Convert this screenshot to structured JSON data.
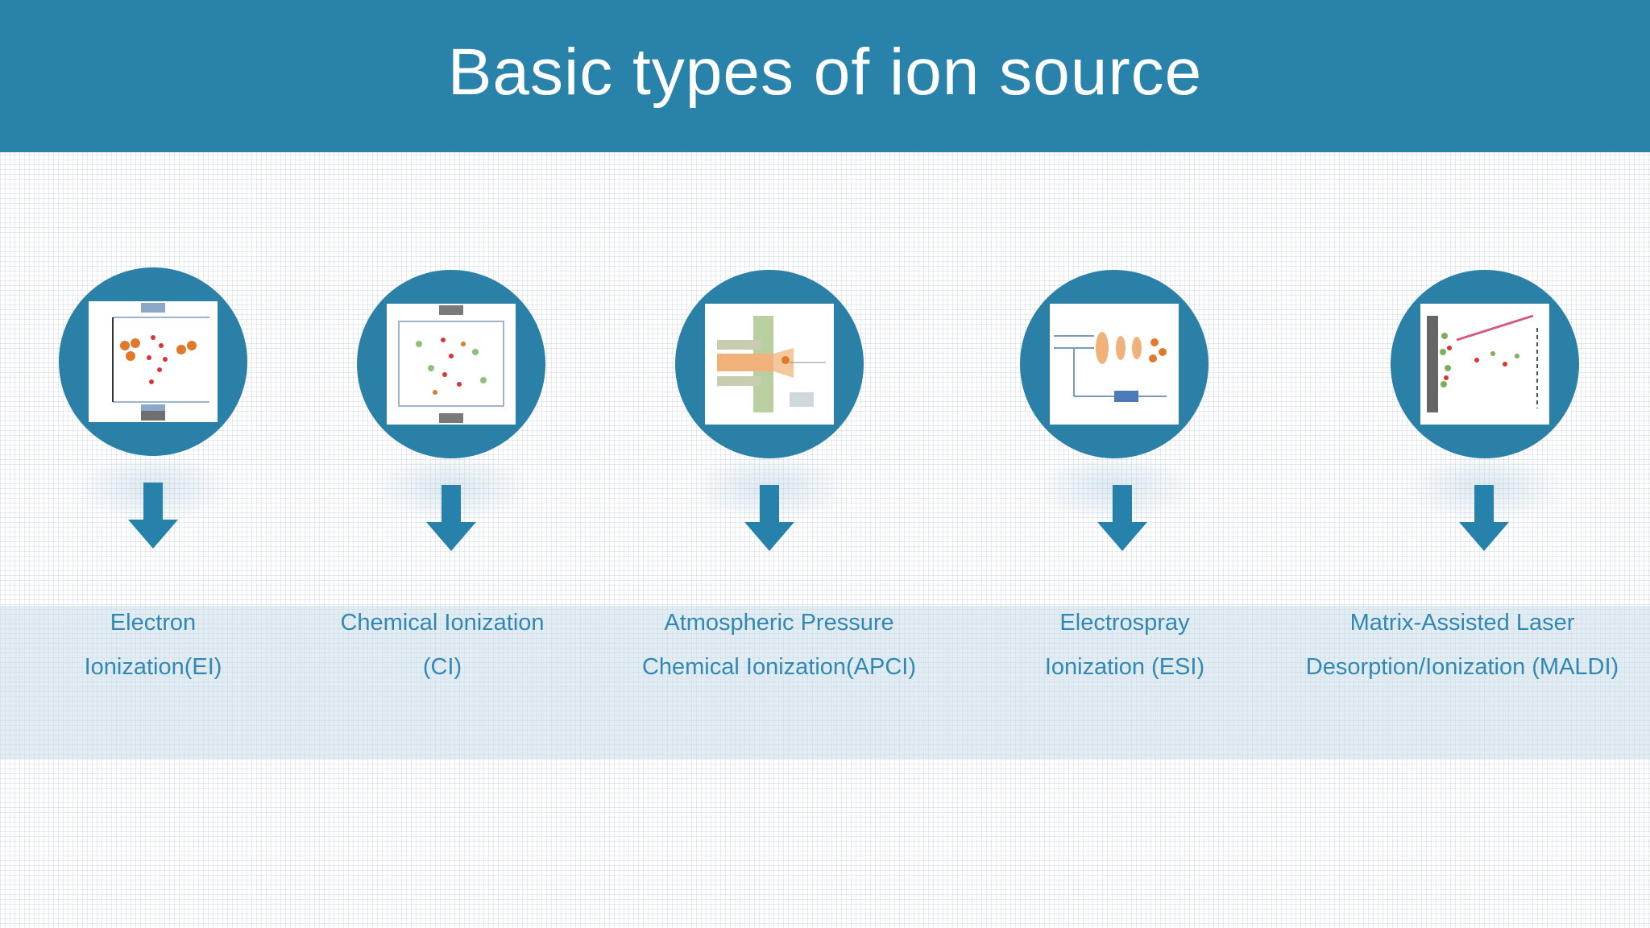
{
  "title": "Basic types of ion source",
  "colors": {
    "header": "#2882aa",
    "circle": "#2a80a6",
    "arrow": "#2782ab",
    "label_text": "#3288b4"
  },
  "sources": [
    {
      "line1": "Electron",
      "line2": "Ionization(EI)",
      "icon": "electron-ionization-diagram"
    },
    {
      "line1": "Chemical Ionization",
      "line2": "(CI)",
      "icon": "chemical-ionization-diagram"
    },
    {
      "line1": "Atmospheric Pressure",
      "line2": "Chemical Ionization(APCI)",
      "icon": "apci-diagram"
    },
    {
      "line1": "Electrospray",
      "line2": "Ionization (ESI)",
      "icon": "esi-diagram"
    },
    {
      "line1": "Matrix-Assisted Laser",
      "line2": "Desorption/Ionization (MALDI)",
      "icon": "maldi-diagram"
    }
  ]
}
